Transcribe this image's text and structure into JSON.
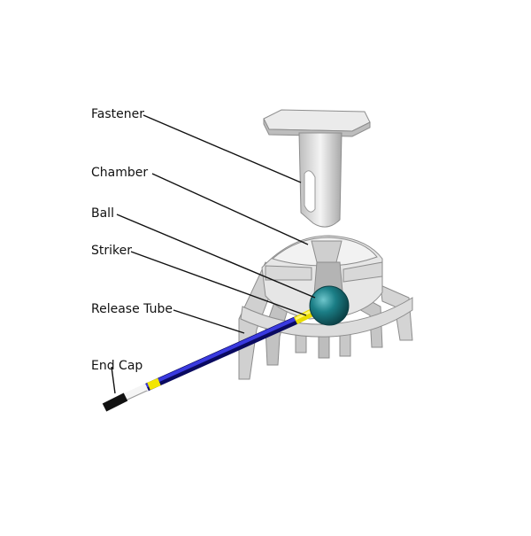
{
  "labels": {
    "fastener": "Fastener",
    "chamber": "Chamber",
    "ball": "Ball",
    "striker": "Striker",
    "release_tube": "Release Tube",
    "end_cap": "End Cap"
  },
  "colors": {
    "body_light": "#e4e4e4",
    "body_mid": "#c9c9c9",
    "body_dark": "#9a9a9a",
    "ball": "#1b7e86",
    "tube": "#1a1ab8",
    "striker": "#f2e600",
    "end_cap": "#111111",
    "leader_line": "#111111"
  }
}
